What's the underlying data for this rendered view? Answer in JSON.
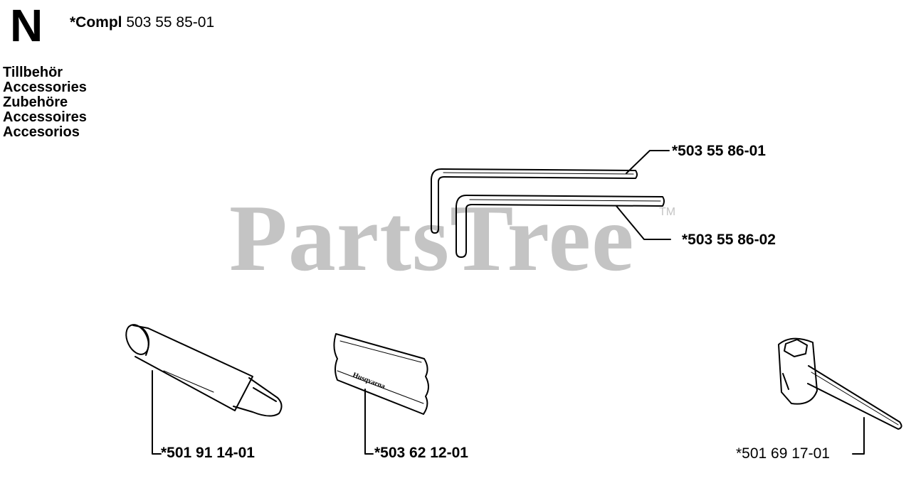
{
  "header": {
    "section_letter": "N",
    "compl_label": "*Compl",
    "compl_number": "503 55 85-01"
  },
  "titles": [
    "Tillbehör",
    "Accessories",
    "Zubehöre",
    "Accessoires",
    "Accesorios"
  ],
  "watermark": {
    "text": "PartsTree",
    "tm": "TM"
  },
  "parts": {
    "hex_key_1": "*503 55 86-01",
    "hex_key_2": "*503 55 86-02",
    "grease_tube": "*501 91 14-01",
    "grease_bag": "*503 62 12-01",
    "combination_spanner": "*501 69 17-01"
  },
  "package_text": "Husqvarna",
  "colors": {
    "ink": "#000000",
    "watermark": "#c4c4c4",
    "background": "#ffffff"
  }
}
